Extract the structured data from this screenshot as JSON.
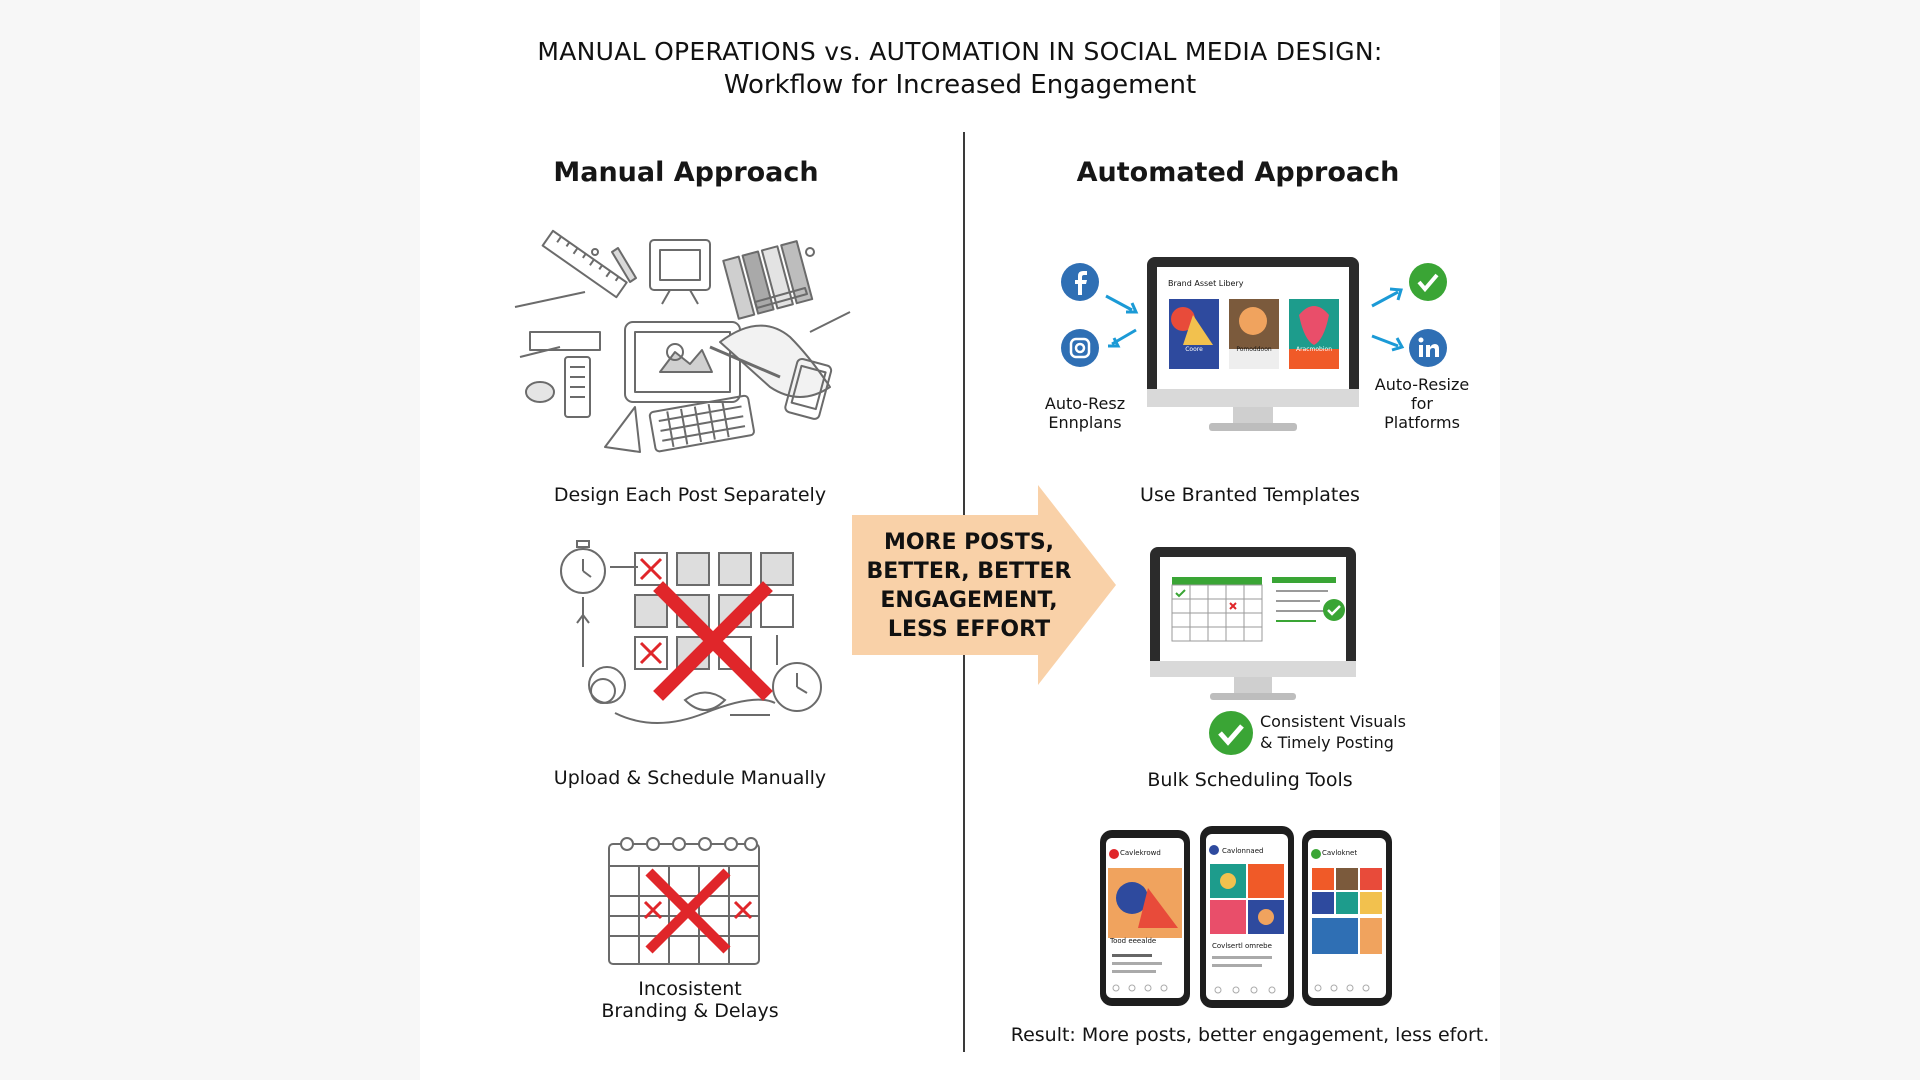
{
  "title": {
    "line1": "MANUAL OPERATIONS vs. AUTOMATION IN SOCIAL MEDIA DESIGN:",
    "line2": "Workflow for Increased Engagement"
  },
  "manual": {
    "heading": "Manual Approach",
    "step1": "Design Each Post Separately",
    "step2": "Upload & Schedule Manually",
    "step3_line1": "Incosistent",
    "step3_line2": "Branding & Delays"
  },
  "automated": {
    "heading": "Automated Approach",
    "step1": "Use Branted Templates",
    "left_note_line1": "Auto-Resz",
    "left_note_line2": "Ennplans",
    "right_note_line1": "Auto-Resize",
    "right_note_line2": "for",
    "right_note_line3": "Platforms",
    "monitor_title": "Brand Asset Libery",
    "tile1": "Coore",
    "tile2": "Pomoddoon",
    "tile3": "Aracmobion",
    "step2": "Bulk Scheduling Tools",
    "consistent_line1": "Consistent Visuals",
    "consistent_line2": "& Timely Posting",
    "phone1_name": "Cavlekrowd",
    "phone1_caption": "Tood eeealde",
    "phone2_name": "Cavlonnaed",
    "phone2_caption": "Covlsertl omrebe",
    "phone3_name": "Cavloknet",
    "result": "Result: More posts, better engagement, less efort."
  },
  "arrow": {
    "line1": "MORE POSTS,",
    "line2": "BETTER, BETTER",
    "line3": "ENGAGEMENT,",
    "line4": "LESS EFFORT"
  },
  "colors": {
    "arrow_fill": "#f9d1a8",
    "cross_red": "#e0262a",
    "check_green": "#3aa535",
    "social_blue": "#2f6fb4",
    "arrow_blue": "#1b9ad6",
    "sketch_gray": "#6b6b6b"
  },
  "icons": [
    "facebook-icon",
    "instagram-icon",
    "linkedin-icon",
    "check-icon",
    "stopwatch-icon",
    "calendar-icon",
    "monitor-icon",
    "phone-icon"
  ]
}
